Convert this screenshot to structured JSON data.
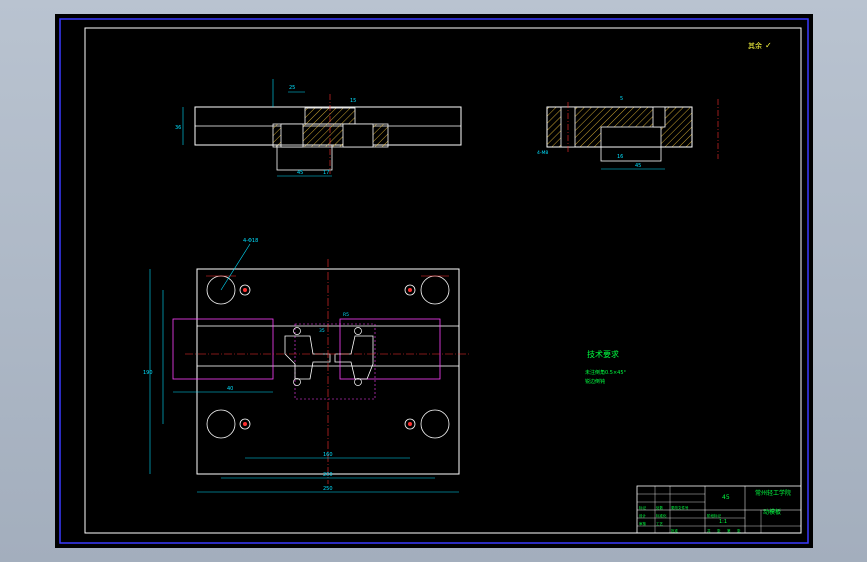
{
  "top_right_note": "其余",
  "roughness_mark": "✓",
  "technical_requirements": {
    "heading": "技术要求",
    "lines": [
      "未注倒角0.5×45°",
      "锐边倒钝"
    ]
  },
  "title_block": {
    "material": "45",
    "school": "常州轻工学院",
    "part_name": "动模板",
    "scale": "1:1",
    "row_labels": [
      "标记",
      "处数",
      "分区",
      "更改文件号",
      "签名",
      "年月日"
    ],
    "row_labels2": [
      "设计",
      "标准化",
      "阶段标记",
      "重量",
      "比例"
    ],
    "row_labels3": [
      "审核",
      "工艺",
      "批准"
    ],
    "footer": [
      "共",
      "张",
      "第",
      "张"
    ]
  },
  "dimensions": {
    "side_height": "36",
    "side_width_bottom": "45",
    "side_width_small": "17",
    "side_top_a": "25",
    "side_top_b": "15",
    "right_bottom": "45",
    "right_inner": "16",
    "right_small": "5",
    "right_label": "4-M8",
    "plan_width": "250",
    "plan_inner_a": "160",
    "plan_inner_b": "200",
    "plan_height": "190",
    "plan_left": "40",
    "plan_hole_label": "4-Φ18",
    "plan_small": "35",
    "plan_mid": "R5"
  },
  "colors": {
    "outline": "#ffffff",
    "dim": "#00e0ff",
    "center": "#ff3030",
    "slider": "#ff40ff",
    "hatch": "#ffd040",
    "text_green": "#00ff40",
    "border": "#3030ff"
  }
}
